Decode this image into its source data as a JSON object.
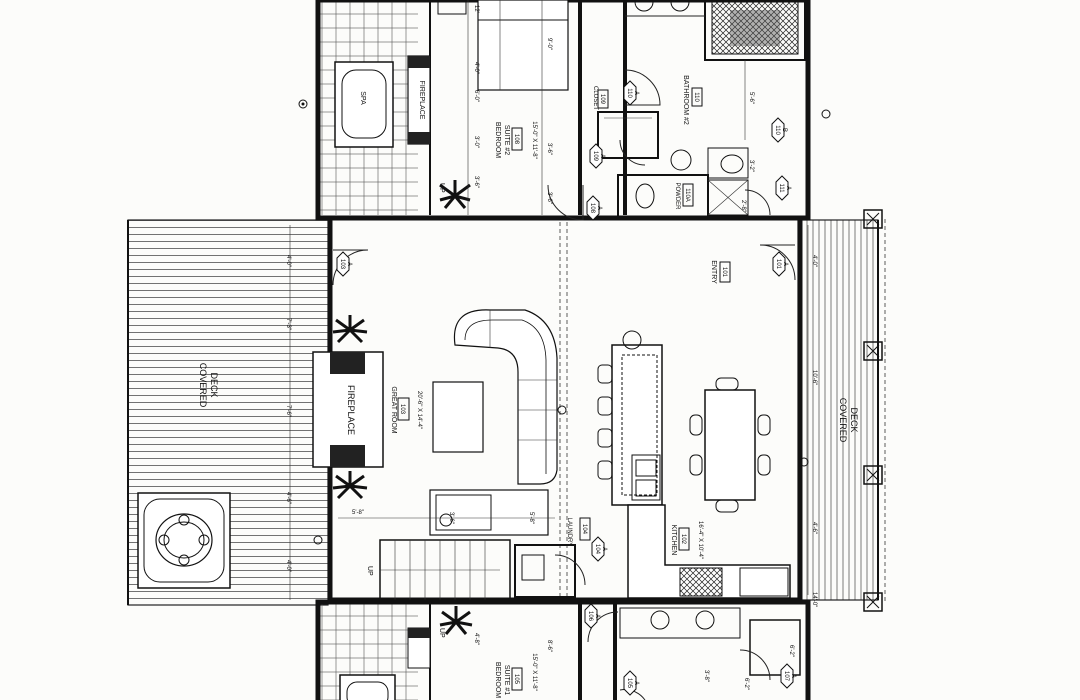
{
  "rooms": {
    "spa": "SPA",
    "fireplace_upper": "FIREPLACE",
    "bedroom_suite_2": {
      "name_line1": "BEDROOM",
      "name_line2": "SUITE #2",
      "number": "108",
      "dims": "15'-0\" X 11'-8\""
    },
    "closet": {
      "name": "CLOSET",
      "number": "109"
    },
    "bathroom_2": {
      "name": "BATHROOM #2",
      "number": "110"
    },
    "powder": {
      "name": "POWDER",
      "number": "110A"
    },
    "entry": {
      "name": "ENTRY",
      "number": "101"
    },
    "great_room": {
      "name": "GREAT ROOM",
      "number": "103",
      "dims": "20'-6\" X 14'-4\""
    },
    "fireplace_main": "FIREPLACE",
    "covered_deck_left": {
      "line1": "COVERED",
      "line2": "DECK"
    },
    "covered_deck_right": {
      "line1": "COVERED",
      "line2": "DECK"
    },
    "kitchen": {
      "name": "KITCHEN",
      "number": "102",
      "dims": "16'-4\" X 10'-4\""
    },
    "laundry": {
      "name": "LAUNDRY",
      "number": "104"
    },
    "bedroom_suite_1": {
      "name_line1": "BEDROOM",
      "name_line2": "SUITE #1",
      "number": "105",
      "dims": "15'-0\" X 11'-8\""
    }
  },
  "door_tags": {
    "d103": {
      "num": "103",
      "letter": "A"
    },
    "d101": {
      "num": "101",
      "letter": "A"
    },
    "d108": {
      "num": "108",
      "letter": "A"
    },
    "d109": {
      "num": "109",
      "letter": "A"
    },
    "d110": {
      "num": "110",
      "letter": "A"
    },
    "d110b": {
      "num": "110",
      "letter": "B"
    },
    "d111": {
      "num": "111",
      "letter": "A"
    },
    "d106": {
      "num": "106",
      "letter": "A"
    },
    "d104": {
      "num": "104",
      "letter": "A"
    },
    "d105": {
      "num": "105",
      "letter": "A"
    },
    "d107": {
      "num": "107",
      "letter": "A"
    }
  },
  "stairs": {
    "up_upper": "UP",
    "up_lower": "UP",
    "up_bottom": "UP"
  },
  "dimensions": {
    "d_3_6a": "3'-6\"",
    "d_3_6b": "3'-6\"",
    "d_3_6c": "3'-6\"",
    "d_3_6d": "3'-6\"",
    "d_12": "12'",
    "d_9_0": "9'-0\"",
    "d_6_0": "6'-0\"",
    "d_5_6": "5'-6\"",
    "d_4_0": "4'-0\"",
    "d_3_0": "3'-0\"",
    "d_14_0": "14'-0\"",
    "d_7_3": "7'-3\"",
    "d_7_6": "7'-6\"",
    "d_4_6": "4'-6\"",
    "d_4_0b": "4'-0\"",
    "d_10_6": "10'-6\"",
    "d_4_6b": "4'-6\"",
    "d_6_2": "6'-2\"",
    "d_5_8": "5'-8\"",
    "d_5_8b": "5'-8\"",
    "d_3_2": "3'-2\"",
    "d_2_8": "2'-8\"",
    "d_6_2b": "6'-2\"",
    "d_3_8": "3'-8\"",
    "d_4_8": "4'-8\"",
    "d_8_6": "8'-6\""
  }
}
